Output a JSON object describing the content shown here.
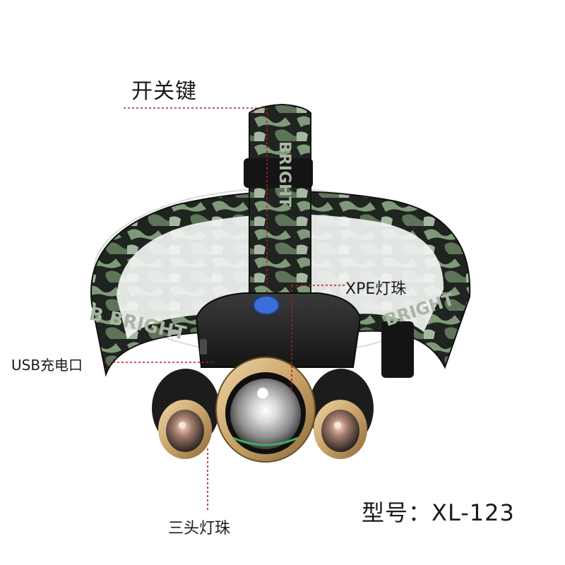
{
  "callouts": {
    "power_switch": "开关键",
    "xpe_led": "XPE灯珠",
    "usb_port": "USB充电口",
    "three_heads": "三头灯珠"
  },
  "model": {
    "label": "型号：",
    "value": "XL-123"
  },
  "strap": {
    "brand_text_side": "B BRIGHT",
    "brand_text_right": "BRIGHT",
    "brand_text_top": "BRIGHT",
    "brand_logo_letters": "B"
  },
  "colors": {
    "leader_line": "#b31b1b",
    "gold_trim": "#c9a268",
    "switch_button": "#3a6fd8",
    "camo_green": "#7f9a7a"
  }
}
